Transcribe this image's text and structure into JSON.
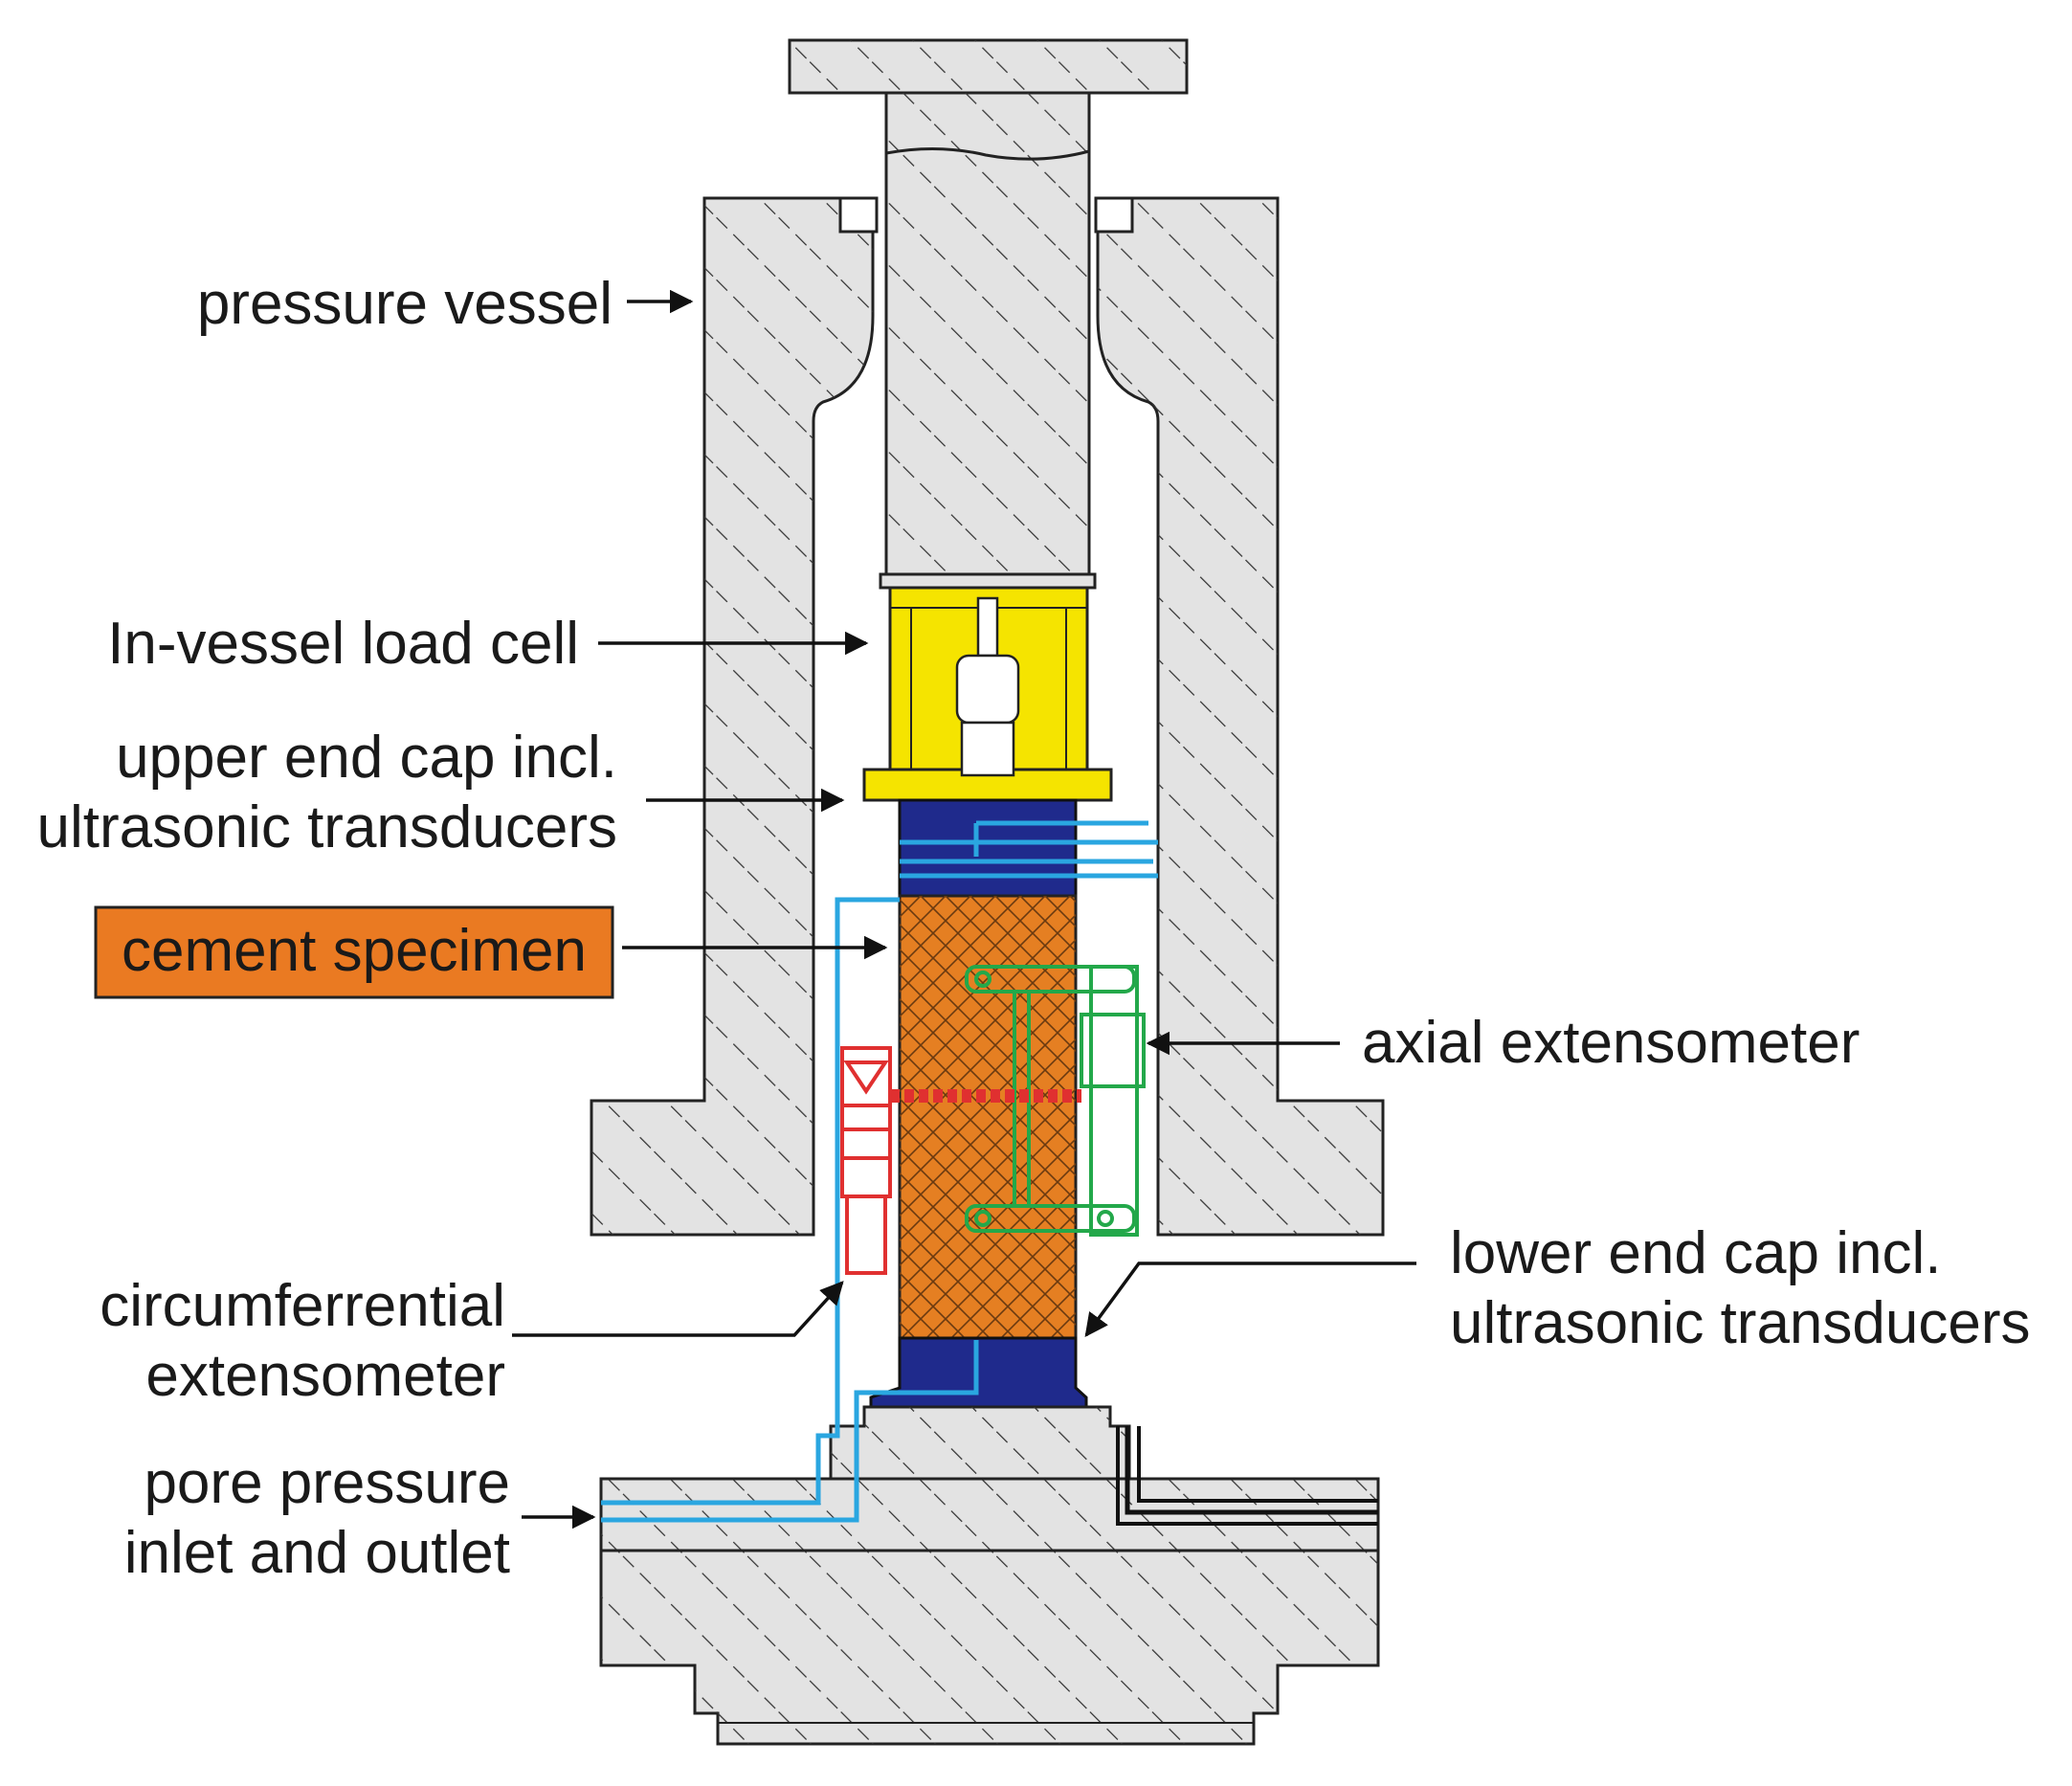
{
  "labels": {
    "pressure_vessel": "pressure vessel",
    "load_cell": "In-vessel load cell",
    "upper_end_cap_line1": "upper end cap incl.",
    "upper_end_cap_line2": "ultrasonic transducers",
    "cement_specimen": "cement specimen",
    "axial_extensometer": "axial extensometer",
    "lower_end_cap_line1": "lower end cap incl.",
    "lower_end_cap_line2": "ultrasonic transducers",
    "circumferential_line1": "circumferrential",
    "circumferential_line2": "extensometer",
    "pore_pressure_line1": "pore pressure",
    "pore_pressure_line2": "inlet and outlet"
  },
  "colors": {
    "steel_fill": "#e3e3e3",
    "outline": "#222222",
    "hatch": "#333333",
    "load_cell": "#f5e400",
    "end_cap": "#1f2a8c",
    "specimen": "#e57f22",
    "specimen_label_box": "#ea7a22",
    "pore_lines": "#2aa6e0",
    "axial_extensometer": "#23a84a",
    "circumferential_extensometer": "#e03030"
  }
}
